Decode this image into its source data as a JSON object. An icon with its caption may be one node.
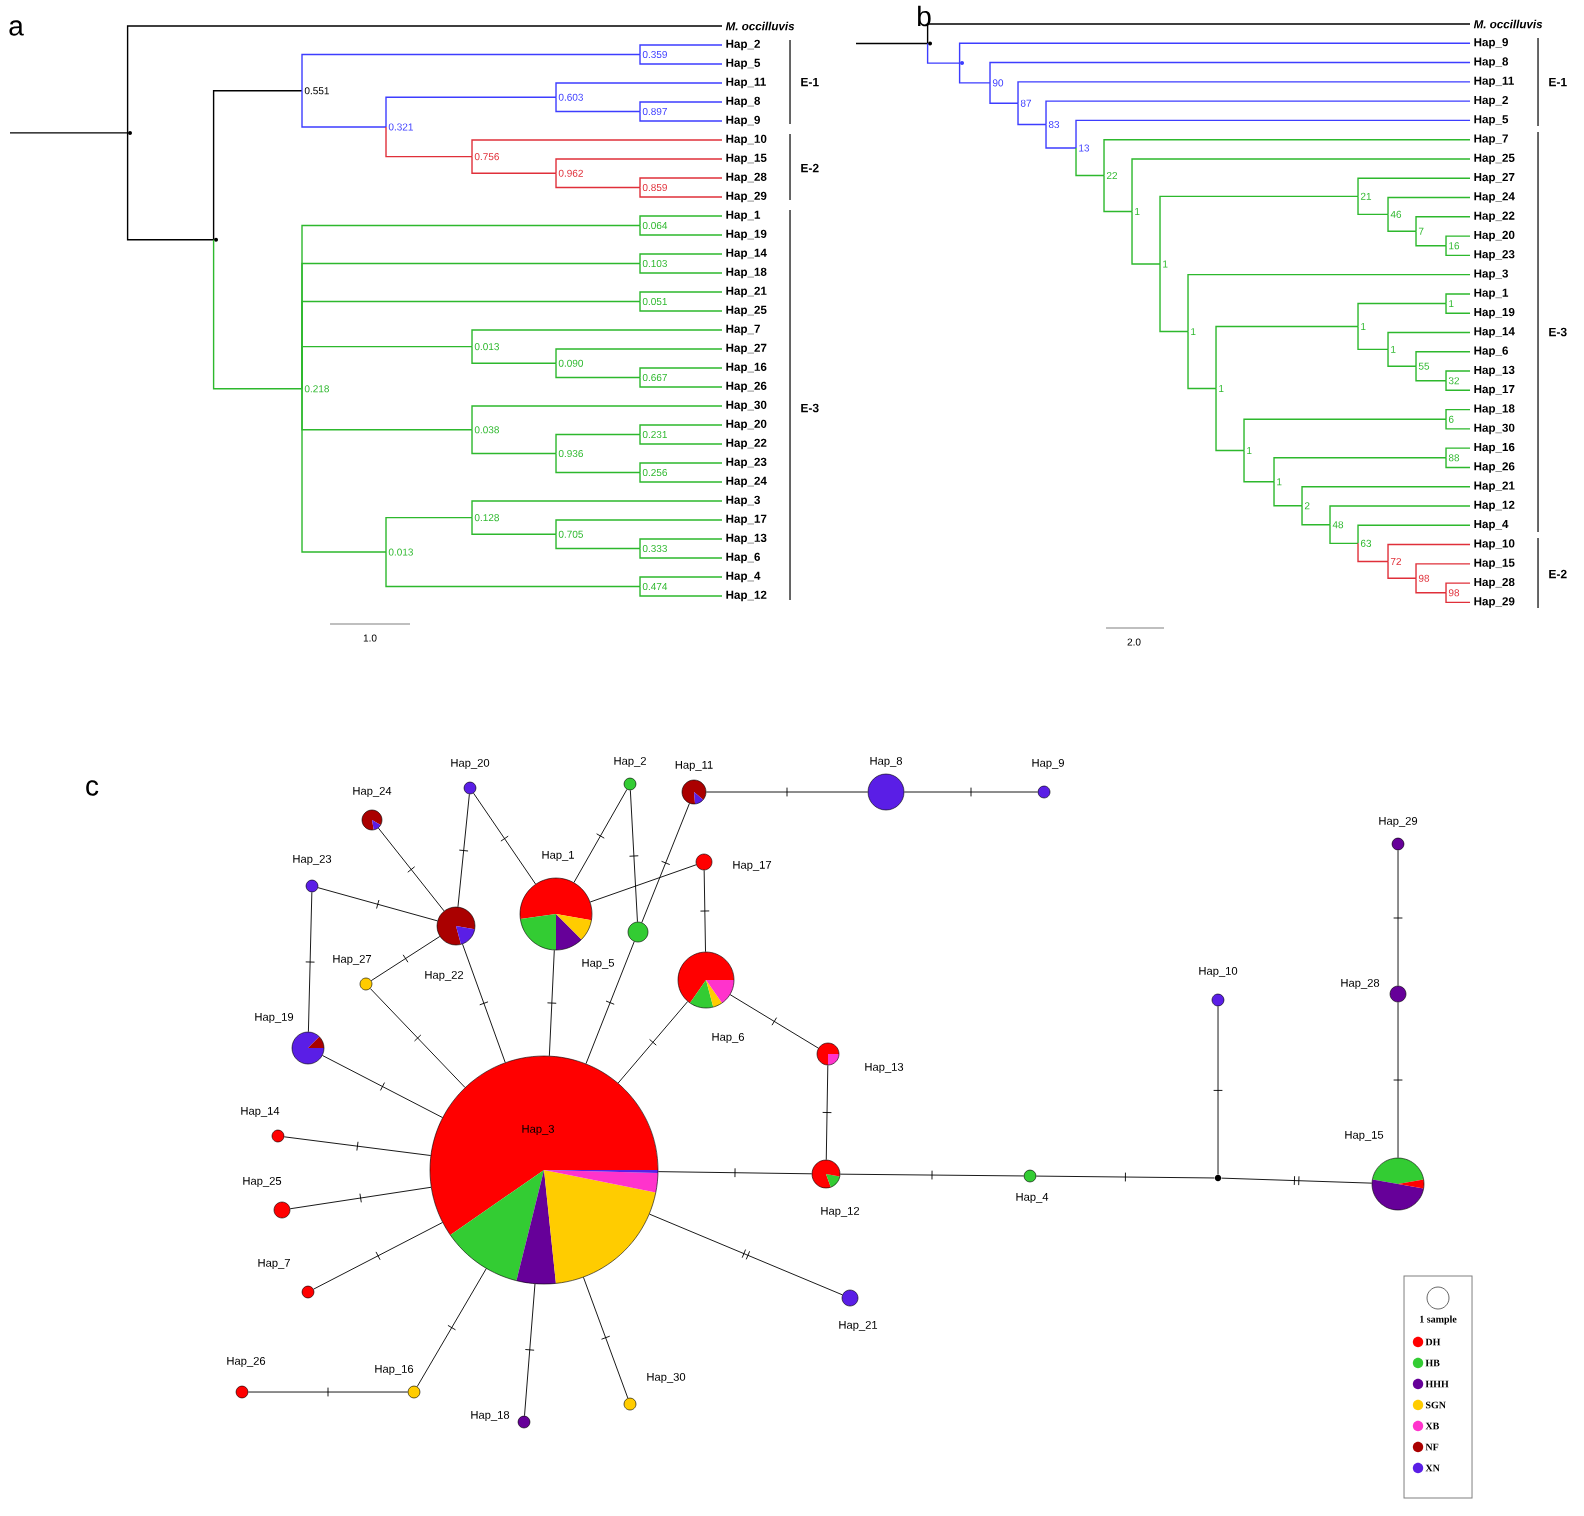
{
  "diagram": {
    "nodes": [
      {
        "text": [],
        "shape": "point"
      },
      {
        "text": [
          "M. occilluvis"
        ]
      },
      {
        "text": [],
        "shape": "point"
      },
      {
        "text": [
          "0.551"
        ]
      },
      {
        "text": [
          "0.359"
        ]
      },
      {
        "text": [
          "Hap_2"
        ]
      },
      {
        "text": [
          "Hap_5"
        ]
      },
      {
        "text": [
          "0.321"
        ]
      },
      {
        "text": [
          "0.603"
        ]
      },
      {
        "text": [
          "Hap_11"
        ]
      },
      {
        "text": [
          "0.897"
        ]
      },
      {
        "text": [
          "Hap_8"
        ]
      },
      {
        "text": [
          "Hap_9"
        ]
      },
      {
        "text": [
          "0.756"
        ]
      },
      {
        "text": [
          "Hap_10"
        ]
      },
      {
        "text": [
          "0.962"
        ]
      },
      {
        "text": [
          "Hap_15"
        ]
      },
      {
        "text": [
          "0.859"
        ]
      },
      {
        "text": [
          "Hap_28"
        ]
      },
      {
        "text": [
          "Hap_29"
        ]
      },
      {
        "text": [
          "0.218"
        ]
      },
      {
        "text": [
          "0.064"
        ]
      },
      {
        "text": [
          "Hap_1"
        ]
      },
      {
        "text": [
          "Hap_19"
        ]
      },
      {
        "text": [
          "0.103"
        ]
      },
      {
        "text": [
          "Hap_14"
        ]
      },
      {
        "text": [
          "Hap_18"
        ]
      },
      {
        "text": [
          "0.051"
        ]
      },
      {
        "text": [
          "Hap_21"
        ]
      },
      {
        "text": [
          "Hap_25"
        ]
      },
      {
        "text": [
          "0.013"
        ]
      },
      {
        "text": [
          "Hap_7"
        ]
      },
      {
        "text": [
          "0.090"
        ]
      },
      {
        "text": [
          "Hap_27"
        ]
      },
      {
        "text": [
          "0.667"
        ]
      },
      {
        "text": [
          "Hap_16"
        ]
      },
      {
        "text": [
          "Hap_26"
        ]
      },
      {
        "text": [
          "0.038"
        ]
      },
      {
        "text": [
          "Hap_30"
        ]
      },
      {
        "text": [
          "0.936"
        ]
      },
      {
        "text": [
          "0.231"
        ]
      },
      {
        "text": [
          "Hap_20"
        ]
      },
      {
        "text": [
          "Hap_22"
        ]
      },
      {
        "text": [
          "0.256"
        ]
      },
      {
        "text": [
          "Hap_23"
        ]
      },
      {
        "text": [
          "Hap_24"
        ]
      },
      {
        "text": [
          "0.013"
        ]
      },
      {
        "text": [
          "0.128"
        ]
      },
      {
        "text": [
          "Hap_3"
        ]
      },
      {
        "text": [
          "0.705"
        ]
      },
      {
        "text": [
          "Hap_17"
        ]
      },
      {
        "text": [
          "0.333"
        ]
      },
      {
        "text": [
          "Hap_13"
        ]
      },
      {
        "text": [
          "Hap_6"
        ]
      },
      {
        "text": [
          "0.474"
        ]
      },
      {
        "text": [
          "Hap_4"
        ]
      },
      {
        "text": [
          "Hap_12"
        ]
      },
      {
        "text": [],
        "shape": "point"
      },
      {
        "text": [
          "M. occilluvis"
        ]
      },
      {
        "text": [],
        "shape": "point"
      },
      {
        "text": [
          "Hap_9"
        ]
      },
      {
        "text": [
          "90"
        ]
      },
      {
        "text": [
          "Hap_8"
        ]
      },
      {
        "text": [
          "87"
        ]
      },
      {
        "text": [
          "Hap_11"
        ]
      },
      {
        "text": [
          "83"
        ]
      },
      {
        "text": [
          "Hap_2"
        ]
      },
      {
        "text": [
          "13"
        ]
      },
      {
        "text": [
          "Hap_5"
        ]
      },
      {
        "text": [
          "22"
        ]
      },
      {
        "text": [
          "Hap_7"
        ]
      },
      {
        "text": [
          "1"
        ]
      },
      {
        "text": [
          "Hap_25"
        ]
      },
      {
        "text": [
          "1"
        ]
      },
      {
        "text": [
          "21"
        ]
      },
      {
        "text": [
          "Hap_27"
        ]
      },
      {
        "text": [
          "46"
        ]
      },
      {
        "text": [
          "Hap_24"
        ]
      },
      {
        "text": [
          "7"
        ]
      },
      {
        "text": [
          "Hap_22"
        ]
      },
      {
        "text": [
          "16"
        ]
      },
      {
        "text": [
          "Hap_20"
        ]
      },
      {
        "text": [
          "Hap_23"
        ]
      },
      {
        "text": [
          "1"
        ]
      },
      {
        "text": [
          "Hap_3"
        ]
      },
      {
        "text": [
          "1"
        ]
      },
      {
        "text": [
          "1"
        ]
      },
      {
        "text": [
          "1"
        ]
      },
      {
        "text": [
          "Hap_1"
        ]
      },
      {
        "text": [
          "Hap_19"
        ]
      },
      {
        "text": [
          "1"
        ]
      },
      {
        "text": [
          "Hap_14"
        ]
      },
      {
        "text": [
          "55"
        ]
      },
      {
        "text": [
          "Hap_6"
        ]
      },
      {
        "text": [
          "32"
        ]
      },
      {
        "text": [
          "Hap_13"
        ]
      },
      {
        "text": [
          "Hap_17"
        ]
      },
      {
        "text": [
          "1"
        ]
      },
      {
        "text": [
          "6"
        ]
      },
      {
        "text": [
          "Hap_18"
        ]
      },
      {
        "text": [
          "Hap_30"
        ]
      },
      {
        "text": [
          "1"
        ]
      },
      {
        "text": [
          "88"
        ]
      },
      {
        "text": [
          "Hap_16"
        ]
      },
      {
        "text": [
          "Hap_26"
        ]
      },
      {
        "text": [
          "2"
        ]
      },
      {
        "text": [
          "Hap_21"
        ]
      },
      {
        "text": [
          "48"
        ]
      },
      {
        "text": [
          "Hap_12"
        ]
      },
      {
        "text": [
          "63"
        ]
      },
      {
        "text": [
          "Hap_4"
        ]
      },
      {
        "text": [
          "72"
        ]
      },
      {
        "text": [
          "Hap_10"
        ]
      },
      {
        "text": [
          "98"
        ]
      },
      {
        "text": [
          "Hap_15"
        ]
      },
      {
        "text": [
          "98"
        ]
      },
      {
        "text": [
          "Hap_28"
        ]
      },
      {
        "text": [
          "Hap_29"
        ]
      },
      {
        "text": [
          "Hap_20"
        ]
      },
      {
        "text": [
          "Hap_2"
        ]
      },
      {
        "text": [
          "Hap_11"
        ]
      },
      {
        "text": [
          "Hap_8"
        ]
      },
      {
        "text": [
          "Hap_9"
        ]
      },
      {
        "text": [
          "Hap_24"
        ]
      },
      {
        "text": [
          "Hap_23"
        ]
      },
      {
        "text": [
          "Hap_1"
        ]
      },
      {
        "text": [
          "Hap_17"
        ]
      },
      {
        "text": [
          "Hap_22"
        ]
      },
      {
        "text": [
          "Hap_27"
        ]
      },
      {
        "text": [
          "Hap_5"
        ]
      },
      {
        "text": [
          "Hap_29"
        ]
      },
      {
        "text": [
          "Hap_6"
        ]
      },
      {
        "text": [
          "Hap_10"
        ]
      },
      {
        "text": [
          "Hap_19"
        ]
      },
      {
        "text": [
          "Hap_13"
        ]
      },
      {
        "text": [
          "Hap_28"
        ]
      },
      {
        "text": [
          "Hap_14"
        ]
      },
      {
        "text": [
          "Hap_3"
        ]
      },
      {
        "text": [
          "Hap_25"
        ]
      },
      {
        "text": [
          "Hap_12"
        ]
      },
      {
        "text": [
          "Hap_4"
        ]
      },
      {
        "text": [],
        "shape": "circle"
      },
      {
        "text": [
          "Hap_15"
        ]
      },
      {
        "text": [
          "Hap_7"
        ]
      },
      {
        "text": [
          "Hap_21"
        ]
      },
      {
        "text": [
          "Hap_26"
        ]
      },
      {
        "text": [
          "Hap_16"
        ]
      },
      {
        "text": [
          "Hap_30"
        ]
      },
      {
        "text": [
          "Hap_18"
        ]
      }
    ],
    "edges": [
      {
        "from": null,
        "to": 0,
        "arrow": "none",
        "color": "#000000"
      },
      {
        "from": 0,
        "to": 1,
        "arrow": "none",
        "color": "#000000"
      },
      {
        "from": 0,
        "to": 2,
        "arrow": "none",
        "color": "#000000"
      },
      {
        "from": 2,
        "to": 3,
        "arrow": "none",
        "color": "#000000"
      },
      {
        "from": 2,
        "to": 20,
        "arrow": "none",
        "color": "#2db82d"
      },
      {
        "from": 3,
        "to": 4,
        "arrow": "none",
        "color": "#3d3dff"
      },
      {
        "from": 4,
        "to": 5,
        "arrow": "none",
        "color": "#3d3dff"
      },
      {
        "from": 4,
        "to": 6,
        "arrow": "none",
        "color": "#3d3dff"
      },
      {
        "from": 3,
        "to": 7,
        "arrow": "none",
        "color": "#3d3dff"
      },
      {
        "from": 7,
        "to": 8,
        "arrow": "none",
        "color": "#3d3dff"
      },
      {
        "from": 8,
        "to": 9,
        "arrow": "none",
        "color": "#3d3dff"
      },
      {
        "from": 8,
        "to": 10,
        "arrow": "none",
        "color": "#3d3dff"
      },
      {
        "from": 10,
        "to": 11,
        "arrow": "none",
        "color": "#3d3dff"
      },
      {
        "from": 10,
        "to": 12,
        "arrow": "none",
        "color": "#3d3dff"
      },
      {
        "from": 7,
        "to": 13,
        "arrow": "none",
        "color": "#e0303a"
      },
      {
        "from": 13,
        "to": 14,
        "arrow": "none",
        "color": "#e0303a"
      },
      {
        "from": 13,
        "to": 15,
        "arrow": "none",
        "color": "#e0303a"
      },
      {
        "from": 15,
        "to": 16,
        "arrow": "none",
        "color": "#e0303a"
      },
      {
        "from": 15,
        "to": 17,
        "arrow": "none",
        "color": "#e0303a"
      },
      {
        "from": 17,
        "to": 18,
        "arrow": "none",
        "color": "#e0303a"
      },
      {
        "from": 17,
        "to": 19,
        "arrow": "none",
        "color": "#e0303a"
      },
      {
        "from": 20,
        "to": 21,
        "arrow": "none",
        "color": "#2db82d"
      },
      {
        "from": 21,
        "to": 22,
        "arrow": "none",
        "color": "#2db82d"
      },
      {
        "from": 21,
        "to": 23,
        "arrow": "none",
        "color": "#2db82d"
      },
      {
        "from": 20,
        "to": 24,
        "arrow": "none",
        "color": "#2db82d"
      },
      {
        "from": 24,
        "to": 25,
        "arrow": "none",
        "color": "#2db82d"
      },
      {
        "from": 24,
        "to": 26,
        "arrow": "none",
        "color": "#2db82d"
      },
      {
        "from": 20,
        "to": 27,
        "arrow": "none",
        "color": "#2db82d"
      },
      {
        "from": 27,
        "to": 28,
        "arrow": "none",
        "color": "#2db82d"
      },
      {
        "from": 27,
        "to": 29,
        "arrow": "none",
        "color": "#2db82d"
      },
      {
        "from": 20,
        "to": 30,
        "arrow": "none",
        "color": "#2db82d"
      },
      {
        "from": 30,
        "to": 31,
        "arrow": "none",
        "color": "#2db82d"
      },
      {
        "from": 30,
        "to": 32,
        "arrow": "none",
        "color": "#2db82d"
      },
      {
        "from": 32,
        "to": 33,
        "arrow": "none",
        "color": "#2db82d"
      },
      {
        "from": 32,
        "to": 34,
        "arrow": "none",
        "color": "#2db82d"
      },
      {
        "from": 34,
        "to": 35,
        "arrow": "none",
        "color": "#2db82d"
      },
      {
        "from": 34,
        "to": 36,
        "arrow": "none",
        "color": "#2db82d"
      },
      {
        "from": 20,
        "to": 37,
        "arrow": "none",
        "color": "#2db82d"
      },
      {
        "from": 37,
        "to": 38,
        "arrow": "none",
        "color": "#2db82d"
      },
      {
        "from": 37,
        "to": 39,
        "arrow": "none",
        "color": "#2db82d"
      },
      {
        "from": 39,
        "to": 40,
        "arrow": "none",
        "color": "#2db82d"
      },
      {
        "from": 40,
        "to": 41,
        "arrow": "none",
        "color": "#2db82d"
      },
      {
        "from": 40,
        "to": 42,
        "arrow": "none",
        "color": "#2db82d"
      },
      {
        "from": 39,
        "to": 43,
        "arrow": "none",
        "color": "#2db82d"
      },
      {
        "from": 43,
        "to": 44,
        "arrow": "none",
        "color": "#2db82d"
      },
      {
        "from": 43,
        "to": 45,
        "arrow": "none",
        "color": "#2db82d"
      },
      {
        "from": 20,
        "to": 46,
        "arrow": "none",
        "color": "#2db82d"
      },
      {
        "from": 46,
        "to": 47,
        "arrow": "none",
        "color": "#2db82d"
      },
      {
        "from": 47,
        "to": 48,
        "arrow": "none",
        "color": "#2db82d"
      },
      {
        "from": 47,
        "to": 49,
        "arrow": "none",
        "color": "#2db82d"
      },
      {
        "from": 49,
        "to": 50,
        "arrow": "none",
        "color": "#2db82d"
      },
      {
        "from": 49,
        "to": 51,
        "arrow": "none",
        "color": "#2db82d"
      },
      {
        "from": 51,
        "to": 52,
        "arrow": "none",
        "color": "#2db82d"
      },
      {
        "from": 51,
        "to": 53,
        "arrow": "none",
        "color": "#2db82d"
      },
      {
        "from": 46,
        "to": 54,
        "arrow": "none",
        "color": "#2db82d"
      },
      {
        "from": 54,
        "to": 55,
        "arrow": "none",
        "color": "#2db82d"
      },
      {
        "from": 54,
        "to": 56,
        "arrow": "none",
        "color": "#2db82d"
      },
      {
        "from": null,
        "to": 57,
        "arrow": "none",
        "color": "#000000"
      },
      {
        "from": 57,
        "to": 58,
        "arrow": "none",
        "color": "#000000"
      },
      {
        "from": 57,
        "to": 59,
        "arrow": "none",
        "color": "#3d3dff"
      },
      {
        "from": 59,
        "to": 60,
        "arrow": "none",
        "color": "#3d3dff"
      },
      {
        "from": 59,
        "to": 61,
        "arrow": "none",
        "color": "#3d3dff"
      },
      {
        "from": 61,
        "to": 62,
        "arrow": "none",
        "color": "#3d3dff"
      },
      {
        "from": 61,
        "to": 63,
        "arrow": "none",
        "color": "#3d3dff"
      },
      {
        "from": 63,
        "to": 64,
        "arrow": "none",
        "color": "#3d3dff"
      },
      {
        "from": 63,
        "to": 65,
        "arrow": "none",
        "color": "#3d3dff"
      },
      {
        "from": 65,
        "to": 66,
        "arrow": "none",
        "color": "#3d3dff"
      },
      {
        "from": 65,
        "to": 67,
        "arrow": "none",
        "color": "#3d3dff"
      },
      {
        "from": 67,
        "to": 68,
        "arrow": "none",
        "color": "#3d3dff"
      },
      {
        "from": 67,
        "to": 69,
        "arrow": "none",
        "color": "#2db82d"
      },
      {
        "from": 69,
        "to": 70,
        "arrow": "none",
        "color": "#2db82d"
      },
      {
        "from": 69,
        "to": 71,
        "arrow": "none",
        "color": "#2db82d"
      },
      {
        "from": 71,
        "to": 72,
        "arrow": "none",
        "color": "#2db82d"
      },
      {
        "from": 71,
        "to": 73,
        "arrow": "none",
        "color": "#2db82d"
      },
      {
        "from": 73,
        "to": 74,
        "arrow": "none",
        "color": "#2db82d"
      },
      {
        "from": 74,
        "to": 75,
        "arrow": "none",
        "color": "#2db82d"
      },
      {
        "from": 74,
        "to": 76,
        "arrow": "none",
        "color": "#2db82d"
      },
      {
        "from": 76,
        "to": 77,
        "arrow": "none",
        "color": "#2db82d"
      },
      {
        "from": 76,
        "to": 78,
        "arrow": "none",
        "color": "#2db82d"
      },
      {
        "from": 78,
        "to": 79,
        "arrow": "none",
        "color": "#2db82d"
      },
      {
        "from": 78,
        "to": 80,
        "arrow": "none",
        "color": "#2db82d"
      },
      {
        "from": 80,
        "to": 81,
        "arrow": "none",
        "color": "#2db82d"
      },
      {
        "from": 80,
        "to": 82,
        "arrow": "none",
        "color": "#2db82d"
      },
      {
        "from": 73,
        "to": 83,
        "arrow": "none",
        "color": "#2db82d"
      },
      {
        "from": 83,
        "to": 84,
        "arrow": "none",
        "color": "#2db82d"
      },
      {
        "from": 83,
        "to": 85,
        "arrow": "none",
        "color": "#2db82d"
      },
      {
        "from": 85,
        "to": 86,
        "arrow": "none",
        "color": "#2db82d"
      },
      {
        "from": 86,
        "to": 87,
        "arrow": "none",
        "color": "#2db82d"
      },
      {
        "from": 87,
        "to": 88,
        "arrow": "none",
        "color": "#2db82d"
      },
      {
        "from": 87,
        "to": 89,
        "arrow": "none",
        "color": "#2db82d"
      },
      {
        "from": 86,
        "to": 90,
        "arrow": "none",
        "color": "#2db82d"
      },
      {
        "from": 90,
        "to": 91,
        "arrow": "none",
        "color": "#2db82d"
      },
      {
        "from": 90,
        "to": 92,
        "arrow": "none",
        "color": "#2db82d"
      },
      {
        "from": 92,
        "to": 93,
        "arrow": "none",
        "color": "#2db82d"
      },
      {
        "from": 92,
        "to": 94,
        "arrow": "none",
        "color": "#2db82d"
      },
      {
        "from": 94,
        "to": 95,
        "arrow": "none",
        "color": "#2db82d"
      },
      {
        "from": 94,
        "to": 96,
        "arrow": "none",
        "color": "#2db82d"
      },
      {
        "from": 85,
        "to": 97,
        "arrow": "none",
        "color": "#2db82d"
      },
      {
        "from": 97,
        "to": 98,
        "arrow": "none",
        "color": "#2db82d"
      },
      {
        "from": 98,
        "to": 99,
        "arrow": "none",
        "color": "#2db82d"
      },
      {
        "from": 98,
        "to": 100,
        "arrow": "none",
        "color": "#2db82d"
      },
      {
        "from": 97,
        "to": 101,
        "arrow": "none",
        "color": "#2db82d"
      },
      {
        "from": 101,
        "to": 102,
        "arrow": "none",
        "color": "#2db82d"
      },
      {
        "from": 102,
        "to": 103,
        "arrow": "none",
        "color": "#2db82d"
      },
      {
        "from": 102,
        "to": 104,
        "arrow": "none",
        "color": "#2db82d"
      },
      {
        "from": 101,
        "to": 105,
        "arrow": "none",
        "color": "#2db82d"
      },
      {
        "from": 105,
        "to": 106,
        "arrow": "none",
        "color": "#2db82d"
      },
      {
        "from": 105,
        "to": 107,
        "arrow": "none",
        "color": "#2db82d"
      },
      {
        "from": 107,
        "to": 108,
        "arrow": "none",
        "color": "#2db82d"
      },
      {
        "from": 107,
        "to": 109,
        "arrow": "none",
        "color": "#2db82d"
      },
      {
        "from": 109,
        "to": 110,
        "arrow": "none",
        "color": "#2db82d"
      },
      {
        "from": 109,
        "to": 111,
        "arrow": "none",
        "color": "#e0303a"
      },
      {
        "from": 111,
        "to": 112,
        "arrow": "none",
        "color": "#e0303a"
      },
      {
        "from": 111,
        "to": 113,
        "arrow": "none",
        "color": "#e0303a"
      },
      {
        "from": 113,
        "to": 114,
        "arrow": "none",
        "color": "#e0303a"
      },
      {
        "from": 113,
        "to": 115,
        "arrow": "none",
        "color": "#e0303a"
      },
      {
        "from": 115,
        "to": 116,
        "arrow": "none",
        "color": "#e0303a"
      },
      {
        "from": 115,
        "to": 117,
        "arrow": "none",
        "color": "#e0303a"
      },
      {
        "from": 120,
        "to": 121,
        "arrow": "none",
        "color": "#000000"
      },
      {
        "from": 121,
        "to": 122,
        "arrow": "none",
        "color": "#000000"
      },
      {
        "from": 118,
        "to": 127,
        "arrow": "none",
        "color": "#000000"
      },
      {
        "from": 118,
        "to": 125,
        "arrow": "none",
        "color": "#000000"
      },
      {
        "from": 123,
        "to": 127,
        "arrow": "none",
        "color": "#000000"
      },
      {
        "from": 124,
        "to": 127,
        "arrow": "none",
        "color": "#000000"
      },
      {
        "from": 124,
        "to": 133,
        "arrow": "none",
        "color": "#000000"
      },
      {
        "from": 128,
        "to": 127,
        "arrow": "none",
        "color": "#000000"
      },
      {
        "from": 128,
        "to": 137,
        "arrow": "none",
        "color": "#000000"
      },
      {
        "from": 127,
        "to": 137,
        "arrow": "none",
        "color": "#000000"
      },
      {
        "from": 133,
        "to": 137,
        "arrow": "none",
        "color": "#000000"
      },
      {
        "from": 119,
        "to": 125,
        "arrow": "none",
        "color": "#000000"
      },
      {
        "from": 119,
        "to": 129,
        "arrow": "none",
        "color": "#000000"
      },
      {
        "from": 120,
        "to": 129,
        "arrow": "none",
        "color": "#000000"
      },
      {
        "from": 125,
        "to": 126,
        "arrow": "none",
        "color": "#000000"
      },
      {
        "from": 125,
        "to": 137,
        "arrow": "none",
        "color": "#000000"
      },
      {
        "from": 129,
        "to": 137,
        "arrow": "none",
        "color": "#000000"
      },
      {
        "from": 126,
        "to": 131,
        "arrow": "none",
        "color": "#000000"
      },
      {
        "from": 131,
        "to": 137,
        "arrow": "none",
        "color": "#000000"
      },
      {
        "from": 131,
        "to": 134,
        "arrow": "none",
        "color": "#000000"
      },
      {
        "from": 134,
        "to": 139,
        "arrow": "none",
        "color": "#000000"
      },
      {
        "from": 137,
        "to": 139,
        "arrow": "none",
        "color": "#000000"
      },
      {
        "from": 139,
        "to": 140,
        "arrow": "none",
        "color": "#000000"
      },
      {
        "from": 140,
        "to": 141,
        "arrow": "none",
        "color": "#000000"
      },
      {
        "from": 141,
        "to": 132,
        "arrow": "none",
        "color": "#000000"
      },
      {
        "from": 141,
        "to": 142,
        "arrow": "none",
        "color": "#000000"
      },
      {
        "from": 142,
        "to": 135,
        "arrow": "none",
        "color": "#000000"
      },
      {
        "from": 135,
        "to": 130,
        "arrow": "none",
        "color": "#000000"
      },
      {
        "from": 137,
        "to": 144,
        "arrow": "none",
        "color": "#000000"
      },
      {
        "from": 137,
        "to": 147,
        "arrow": "none",
        "color": "#000000"
      },
      {
        "from": 137,
        "to": 148,
        "arrow": "none",
        "color": "#000000"
      },
      {
        "from": 137,
        "to": 146,
        "arrow": "none",
        "color": "#000000"
      },
      {
        "from": 146,
        "to": 145,
        "arrow": "none",
        "color": "#000000"
      },
      {
        "from": 137,
        "to": 143,
        "arrow": "none",
        "color": "#000000"
      },
      {
        "from": 137,
        "to": 138,
        "arrow": "none",
        "color": "#000000"
      },
      {
        "from": 137,
        "to": 136,
        "arrow": "none",
        "color": "#000000"
      }
    ],
    "labels": [
      "a",
      "E-1",
      "E-2",
      "E-3",
      "1.0",
      "b",
      "E-1",
      "E-3",
      "E-2",
      "2.0",
      "c",
      "1 sample"
    ],
    "legend": [
      {
        "text": "DH",
        "color": "#ff0000"
      },
      {
        "text": "HB",
        "color": "#33cc33"
      },
      {
        "text": "HHH",
        "color": "#660099"
      },
      {
        "text": "SGN",
        "color": "#ffcc00"
      },
      {
        "text": "XB",
        "color": "#ff33cc"
      },
      {
        "text": "NF",
        "color": "#aa0000"
      },
      {
        "text": "XN",
        "color": "#5a1ee6"
      }
    ]
  }
}
